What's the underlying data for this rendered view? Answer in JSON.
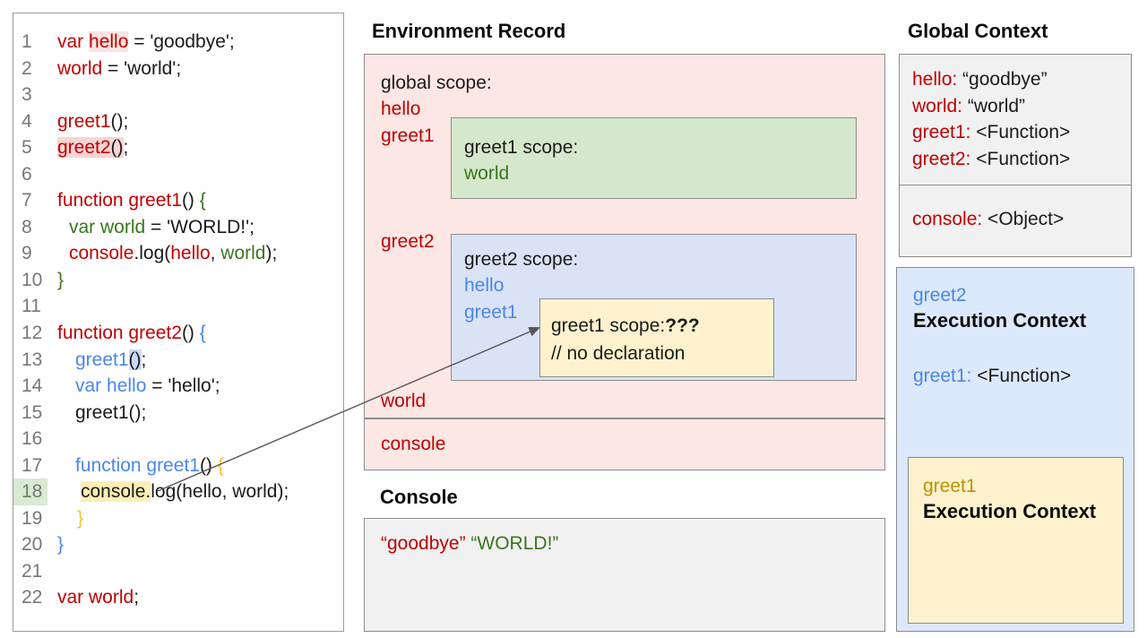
{
  "colors": {
    "red": "#c00000",
    "green": "#38761d",
    "blue": "#4a86e8",
    "gold": "#f1c232",
    "goldDark": "#bf9000",
    "black": "#1a1a1a",
    "hlPink": "#f6d5d3",
    "hlPinkSoft": "#fbe4e2",
    "hlBlue": "#c8daf8",
    "hlYellow": "#fceeb5",
    "hlGreen": "#d9ead3",
    "pinkBg": "#fce7e5",
    "greenBg": "#d6e8cc",
    "blueBgMid": "#dae3f5",
    "blueBgRight": "#dce8fb",
    "yellowBg": "#fdf2cd",
    "grayBg": "#f1f1f1",
    "arrow": "#555555"
  },
  "code_panel": {
    "lines": [
      {
        "n": "1",
        "ind": 0,
        "seg": [
          {
            "t": "var ",
            "c": "red"
          },
          {
            "t": "hello",
            "c": "red",
            "h": "hlPinkSoft"
          },
          {
            "t": " = 'goodbye';",
            "c": "black"
          }
        ]
      },
      {
        "n": "2",
        "ind": 0,
        "seg": [
          {
            "t": "world",
            "c": "red"
          },
          {
            "t": " = 'world';",
            "c": "black"
          }
        ]
      },
      {
        "n": "3",
        "ind": 0,
        "seg": []
      },
      {
        "n": "4",
        "ind": 0,
        "seg": [
          {
            "t": "greet1",
            "c": "red"
          },
          {
            "t": "();",
            "c": "black"
          }
        ]
      },
      {
        "n": "5",
        "ind": 0,
        "seg": [
          {
            "t": "greet2",
            "c": "red",
            "h": "hlPink"
          },
          {
            "t": "()",
            "c": "black",
            "h": "hlPink"
          },
          {
            "t": ";",
            "c": "black"
          }
        ]
      },
      {
        "n": "6",
        "ind": 0,
        "seg": []
      },
      {
        "n": "7",
        "ind": 0,
        "seg": [
          {
            "t": "function greet1",
            "c": "red"
          },
          {
            "t": "() ",
            "c": "black"
          },
          {
            "t": "{",
            "c": "green"
          }
        ]
      },
      {
        "n": "8",
        "ind": 13,
        "seg": [
          {
            "t": "var world",
            "c": "green"
          },
          {
            "t": " = 'WORLD!';",
            "c": "black"
          }
        ]
      },
      {
        "n": "9",
        "ind": 13,
        "seg": [
          {
            "t": "console",
            "c": "red"
          },
          {
            "t": ".log(",
            "c": "black"
          },
          {
            "t": "hello",
            "c": "red"
          },
          {
            "t": ", ",
            "c": "black"
          },
          {
            "t": "world",
            "c": "green"
          },
          {
            "t": ");",
            "c": "black"
          }
        ]
      },
      {
        "n": "10",
        "ind": 0,
        "seg": [
          {
            "t": "}",
            "c": "green"
          }
        ]
      },
      {
        "n": "11",
        "ind": 0,
        "seg": []
      },
      {
        "n": "12",
        "ind": 0,
        "seg": [
          {
            "t": "function greet2",
            "c": "red"
          },
          {
            "t": "() ",
            "c": "black"
          },
          {
            "t": "{",
            "c": "blue"
          }
        ]
      },
      {
        "n": "13",
        "ind": 20,
        "seg": [
          {
            "t": "greet1",
            "c": "blue"
          },
          {
            "t": "()",
            "c": "black",
            "h": "hlBlue"
          },
          {
            "t": ";",
            "c": "black"
          }
        ]
      },
      {
        "n": "14",
        "ind": 20,
        "seg": [
          {
            "t": "var hello",
            "c": "blue"
          },
          {
            "t": " = 'hello';",
            "c": "black"
          }
        ]
      },
      {
        "n": "15",
        "ind": 20,
        "seg": [
          {
            "t": "greet1();",
            "c": "black"
          }
        ]
      },
      {
        "n": "16",
        "ind": 0,
        "seg": []
      },
      {
        "n": "17",
        "ind": 20,
        "seg": [
          {
            "t": "function greet1",
            "c": "blue"
          },
          {
            "t": "() ",
            "c": "black"
          },
          {
            "t": "{",
            "c": "gold"
          }
        ]
      },
      {
        "n": "18",
        "ind": 26,
        "gh": true,
        "seg": [
          {
            "t": "console.",
            "c": "black",
            "h": "hlYellow"
          },
          {
            "t": "log(hello, world);",
            "c": "black"
          }
        ]
      },
      {
        "n": "19",
        "ind": 22,
        "seg": [
          {
            "t": "}",
            "c": "gold"
          }
        ]
      },
      {
        "n": "20",
        "ind": 0,
        "seg": [
          {
            "t": "}",
            "c": "blue"
          }
        ]
      },
      {
        "n": "21",
        "ind": 0,
        "seg": []
      },
      {
        "n": "22",
        "ind": 0,
        "seg": [
          {
            "t": "var world",
            "c": "red"
          },
          {
            "t": ";",
            "c": "black"
          }
        ]
      }
    ]
  },
  "environment": {
    "title": "Environment Record",
    "global_box": {
      "scope_label": [
        {
          "t": "global scope:",
          "c": "black"
        }
      ],
      "hello": [
        {
          "t": "hello",
          "c": "red"
        }
      ],
      "greet1": [
        {
          "t": "greet1",
          "c": "red"
        }
      ],
      "greet2": [
        {
          "t": "greet2",
          "c": "red"
        }
      ],
      "world": [
        {
          "t": "world",
          "c": "red"
        }
      ]
    },
    "greet1_box": {
      "scope_label": [
        {
          "t": "greet1 scope:",
          "c": "black"
        }
      ],
      "world": [
        {
          "t": "world",
          "c": "green"
        }
      ]
    },
    "greet2_box": {
      "scope_label": [
        {
          "t": "greet2 scope:",
          "c": "black"
        }
      ],
      "hello": [
        {
          "t": "hello",
          "c": "blue"
        }
      ],
      "greet1": [
        {
          "t": "greet1",
          "c": "blue"
        }
      ]
    },
    "unknown_box": {
      "line1": [
        {
          "t": "greet1 scope:",
          "c": "black"
        },
        {
          "t": "???",
          "c": "black",
          "b": true
        }
      ],
      "line2": [
        {
          "t": "// no declaration",
          "c": "black"
        }
      ]
    },
    "console_row": [
      {
        "t": "console",
        "c": "red"
      }
    ]
  },
  "console": {
    "title": "Console",
    "output": [
      {
        "t": "“goodbye”",
        "c": "red"
      },
      {
        "t": " ",
        "c": "black"
      },
      {
        "t": "“WORLD!”",
        "c": "green"
      }
    ]
  },
  "global_context": {
    "title": "Global Context",
    "entries": [
      [
        {
          "t": "hello:",
          "c": "red"
        },
        {
          "t": " “goodbye”",
          "c": "black"
        }
      ],
      [
        {
          "t": "world:",
          "c": "red"
        },
        {
          "t": " “world”",
          "c": "black"
        }
      ],
      [
        {
          "t": "greet1:",
          "c": "red"
        },
        {
          "t": " <Function>",
          "c": "black"
        }
      ],
      [
        {
          "t": "greet2:",
          "c": "red"
        },
        {
          "t": " <Function>",
          "c": "black"
        }
      ]
    ],
    "console_entry": [
      {
        "t": "console:",
        "c": "red"
      },
      {
        "t": " <Object>",
        "c": "black"
      }
    ]
  },
  "execution": {
    "fn": [
      {
        "t": "greet2",
        "c": "blue"
      }
    ],
    "title": "Execution Context",
    "entry": [
      {
        "t": "greet1:",
        "c": "blue"
      },
      {
        "t": " <Function>",
        "c": "black"
      }
    ],
    "inner": {
      "fn": [
        {
          "t": "greet1",
          "c": "goldDark"
        }
      ],
      "title": "Execution Context"
    }
  }
}
